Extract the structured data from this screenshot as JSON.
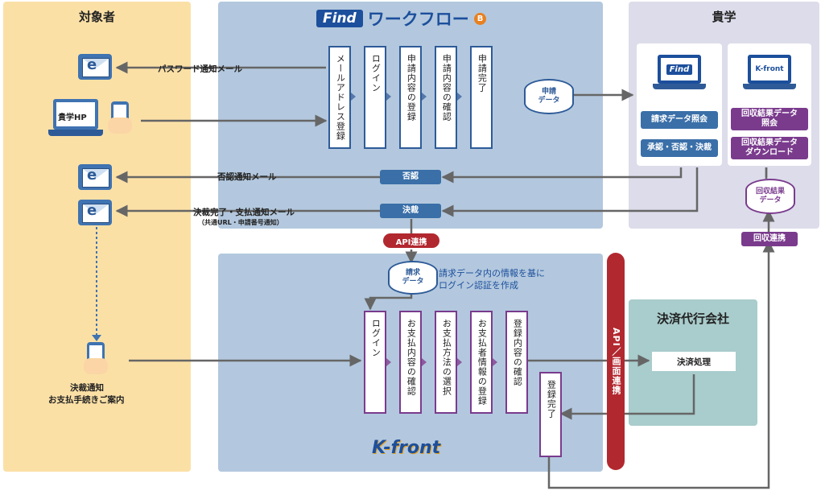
{
  "panels": {
    "target": {
      "title": "対象者"
    },
    "workflow": {
      "title_logo": "Find",
      "title": "ワークフロー",
      "badge": "B"
    },
    "company": {
      "title": "貴学"
    },
    "payment": {
      "title": "決済代行会社"
    },
    "kfront_logo": "K-front"
  },
  "workflow_steps": [
    {
      "label": "メールアドレス登録"
    },
    {
      "label": "ログイン"
    },
    {
      "label": "申請内容の登録"
    },
    {
      "label": "申請内容の確認"
    },
    {
      "label": "申請完了"
    }
  ],
  "kfront_steps": [
    {
      "label": "ログイン"
    },
    {
      "label": "お支払内容の確認"
    },
    {
      "label": "お支払方法の選択"
    },
    {
      "label": "お支払者情報の登録"
    },
    {
      "label": "登録内容の確認"
    }
  ],
  "kfront_complete": "登録完了",
  "db": {
    "application": "申請\nデータ",
    "invoice": "請求\nデータ",
    "collection": "回収結果\nデータ"
  },
  "labels": {
    "password_mail": "パスワード通知メール",
    "rejection_mail": "否認通知メール",
    "settlement_mail": "決裁完了・支払通知メール",
    "settlement_mail_note": "（共通URL・申請番号通知）",
    "school_hp": "貴学HP",
    "settlement_notice_line1": "決裁通知",
    "settlement_notice_line2": "お支払手続きご案内",
    "invoice_note_line1": "請求データ内の情報を基に",
    "invoice_note_line2": "ログイン認証を作成"
  },
  "buttons": {
    "reject": "否認",
    "decide": "決裁",
    "api_link": "API連携",
    "api_screen_link": "API／画面連携",
    "invoice_view": "請求データ照会",
    "approve": "承認・否認・決裁",
    "collection_view": "回収結果データ\n照会",
    "collection_download": "回収結果データ\nダウンロード",
    "collection_link": "回収連携",
    "settlement_process": "決済処理"
  },
  "laptops": {
    "find": "Find",
    "kfront": "K-front"
  },
  "colors": {
    "target_bg": "#fbe0a6",
    "workflow_bg": "#b3c8de",
    "company_bg": "#dcdcea",
    "payment_bg": "#a9cccc",
    "blue": "#2e5b98",
    "purple": "#7a3b8d",
    "red": "#b2282f",
    "arrow": "#666666"
  }
}
